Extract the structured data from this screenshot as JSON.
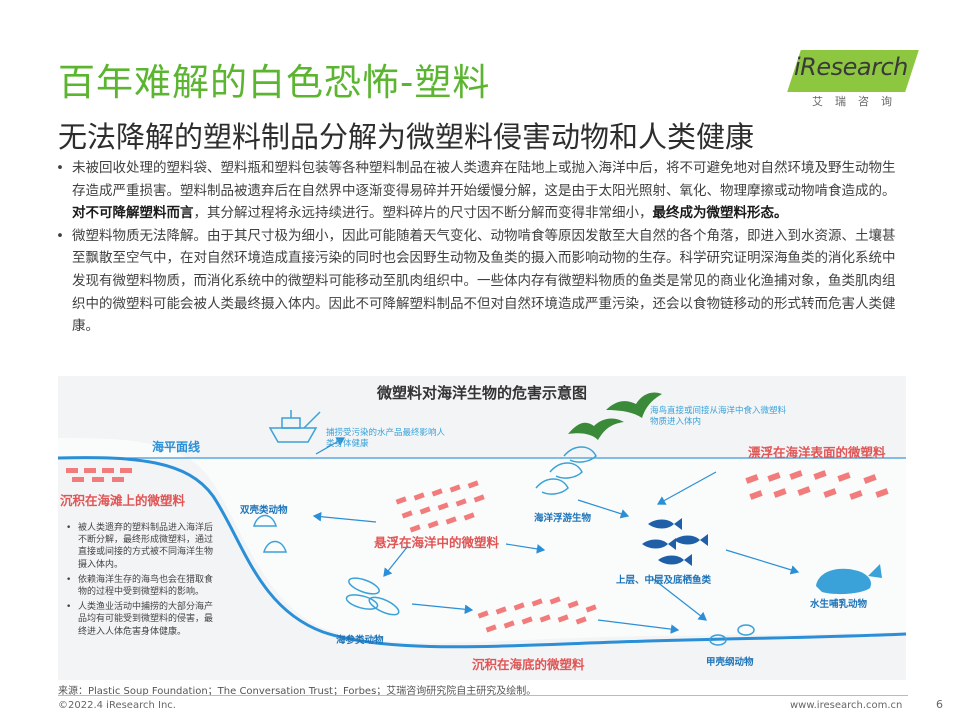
{
  "header": {
    "title": "百年难解的白色恐怖-塑料",
    "subtitle": "无法降解的塑料制品分解为微塑料侵害动物和人类健康"
  },
  "logo": {
    "brand": "iResearch",
    "tagline": "艾瑞咨询"
  },
  "bullets": [
    {
      "parts": [
        {
          "text": "未被回收处理的塑料袋、塑料瓶和塑料包装等各种塑料制品在被人类遗弃在陆地上或抛入海洋中后，将不可避免地对自然环境及野生动物生存造成严重损害。塑料制品被遗弃后在自然界中逐渐变得易碎并开始缓慢分解，这是由于太阳光照射、氧化、物理摩擦或动物啃食造成的。",
          "bold": false
        },
        {
          "text": "对不可降解塑料而言",
          "bold": true
        },
        {
          "text": "，其分解过程将永远持续进行。塑料碎片的尺寸因不断分解而变得非常细小，",
          "bold": false
        },
        {
          "text": "最终成为微塑料形态。",
          "bold": true
        }
      ]
    },
    {
      "parts": [
        {
          "text": "微塑料物质无法降解。由于其尺寸极为细小，因此可能随着天气变化、动物啃食等原因发散至大自然的各个角落，即进入到水资源、土壤甚至飘散至空气中，在对自然环境造成直接污染的同时也会因野生动物及鱼类的摄入而影响动物的生存。科学研究证明深海鱼类的消化系统中发现有微塑料物质，而消化系统中的微塑料可能移动至肌肉组织中。一些体内存有微塑料物质的鱼类是常见的商业化渔捕对象，鱼类肌肉组织中的微塑料可能会被人类最终摄入体内。因此不可降解塑料制品不但对自然环境造成严重污染，还会以食物链移动的形式转而危害人类健康。",
          "bold": false
        }
      ]
    }
  ],
  "diagram": {
    "title": "微塑料对海洋生物的危害示意图",
    "sea_level": "海平面线",
    "beach_label": "沉积在海滩上的微塑料",
    "surface_label": "漂浮在海洋表面的微塑料",
    "suspended_label": "悬浮在海洋中的微塑料",
    "seabed_label": "沉积在海底的微塑料",
    "ship_note": "捕捞受污染的水产品最终影响人类身体健康",
    "bird_note": "海鸟直接或间接从海洋中食入微塑料物质进入体内",
    "bivalves": "双壳类动物",
    "plankton": "海洋浮游生物",
    "fish": "上层、中层及底栖鱼类",
    "sea_cucumber": "海参类动物",
    "mammal": "水生哺乳动物",
    "crustacean": "甲壳纲动物",
    "side_notes": [
      "被人类遗弃的塑料制品进入海洋后不断分解，最终形成微塑料，通过直接或间接的方式被不同海洋生物摄入体内。",
      "依赖海洋生存的海鸟也会在猎取食物的过程中受到微塑料的影响。",
      "人类渔业活动中捕捞的大部分海产品均有可能受到微塑料的侵害，最终进入人体危害身体健康。"
    ]
  },
  "footer": {
    "source": "来源：Plastic Soup Foundation；The Conversation Trust；Forbes；艾瑞咨询研究院自主研究及绘制。",
    "copyright": "©2022.4 iResearch Inc.",
    "website": "www.iresearch.com.cn",
    "page": "6"
  },
  "colors": {
    "title_green": "#5cb531",
    "logo_green": "#8dc63f",
    "sea_blue": "#2a8fd6",
    "plastic_red": "#f27b7b",
    "label_red": "#e05555"
  }
}
